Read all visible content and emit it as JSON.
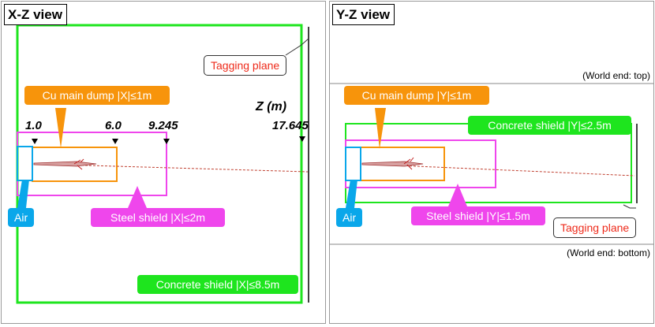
{
  "xz_view": {
    "title": "X-Z view",
    "labels": {
      "cu_dump": "Cu main dump |X|≤1m",
      "steel_shield": "Steel shield |X|≤2m",
      "concrete_shield": "Concrete shield |X|≤8.5m",
      "air": "Air",
      "tagging_plane": "Tagging plane"
    },
    "axis": {
      "title": "Z (m)",
      "ticks": [
        "1.0",
        "6.0",
        "9.245",
        "17.645"
      ]
    }
  },
  "yz_view": {
    "title": "Y-Z view",
    "labels": {
      "cu_dump": "Cu main dump |Y|≤1m",
      "steel_shield": "Steel shield |Y|≤1.5m",
      "concrete_shield": "Concrete shield |Y|≤2.5m",
      "air": "Air",
      "tagging_plane": "Tagging plane"
    },
    "world_end_top": "(World end: top)",
    "world_end_bottom": "(World end: bottom)"
  },
  "colors": {
    "cu_dump": "#f7940b",
    "steel_shield": "#ef46ec",
    "concrete_shield": "#1ee51e",
    "air": "#0aa7ea",
    "tagging_label_text": "#ee2a1a",
    "beam_track": "#c04030"
  }
}
